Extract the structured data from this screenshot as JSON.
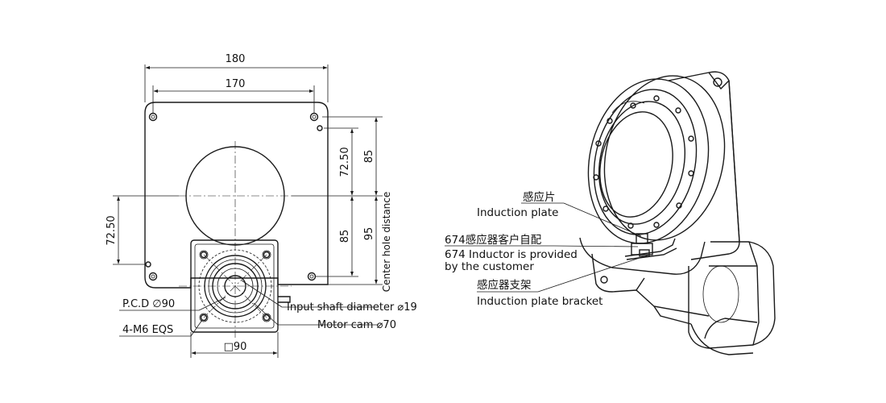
{
  "dimensions": {
    "width_outer": "180",
    "width_holes": "170",
    "v_72_50_top": "72.50",
    "v_85_top": "85",
    "v_85_bottom": "85",
    "v_95": "95",
    "v_72_50_left": "72.50",
    "center_hole_distance": "Center hole distance",
    "square_90": "□90"
  },
  "callouts": {
    "pcd": "P.C.D ∅90",
    "tapped_holes": "4-M6 EQS",
    "input_shaft": "Input shaft diameter ⌀19",
    "motor_cam": "Motor cam ⌀70"
  },
  "iso_labels": {
    "plate_cn": "感应片",
    "plate_en": "Induction plate",
    "inductor_cn": "674感应器客户自配",
    "inductor_en_1": "674 Inductor is provided",
    "inductor_en_2": "by the customer",
    "bracket_cn": "感应器支架",
    "bracket_en": "Induction plate bracket"
  }
}
